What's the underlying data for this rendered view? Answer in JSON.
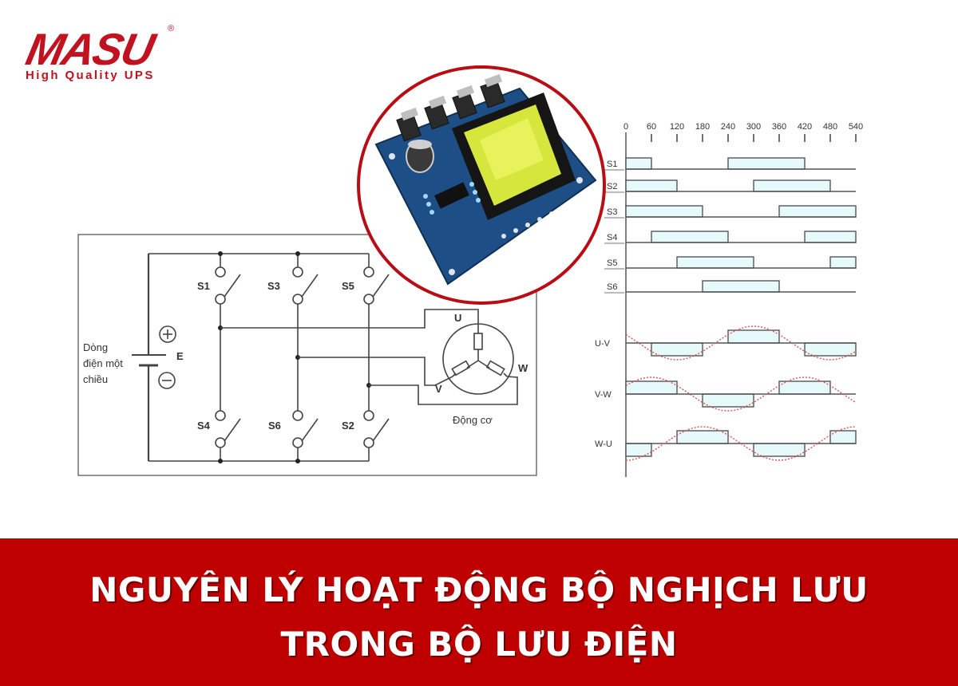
{
  "logo": {
    "brand": "MASU",
    "registered": "®",
    "tagline": "High Quality UPS",
    "color": "#c1121f"
  },
  "circuit": {
    "source_label_lines": [
      "Dòng",
      "điện một",
      "chiều"
    ],
    "source_symbol": "E",
    "plus_symbol": "+",
    "minus_symbol": "−",
    "switches_top": [
      "S1",
      "S3",
      "S5"
    ],
    "switches_bottom": [
      "S4",
      "S6",
      "S2"
    ],
    "motor_phases": [
      "U",
      "V",
      "W"
    ],
    "motor_label": "Động cơ"
  },
  "photo": {
    "subject": "inverter-pcb-board",
    "border_color": "#b80d14"
  },
  "chart_data": {
    "type": "timing",
    "title": "",
    "xlabel": "",
    "x_ticks": [
      0,
      60,
      120,
      180,
      240,
      300,
      360,
      420,
      480,
      540
    ],
    "x_range": [
      0,
      540
    ],
    "switch_series": [
      {
        "name": "S1",
        "on_intervals": [
          [
            0,
            60
          ],
          [
            240,
            420
          ]
        ]
      },
      {
        "name": "S2",
        "on_intervals": [
          [
            0,
            120
          ],
          [
            300,
            480
          ]
        ]
      },
      {
        "name": "S3",
        "on_intervals": [
          [
            0,
            180
          ],
          [
            360,
            540
          ]
        ]
      },
      {
        "name": "S4",
        "on_intervals": [
          [
            60,
            240
          ],
          [
            420,
            540
          ]
        ]
      },
      {
        "name": "S5",
        "on_intervals": [
          [
            120,
            300
          ],
          [
            480,
            540
          ]
        ]
      },
      {
        "name": "S6",
        "on_intervals": [
          [
            180,
            360
          ]
        ]
      }
    ],
    "line_voltage_series": [
      {
        "name": "U-V",
        "levels": [
          [
            0,
            60,
            0
          ],
          [
            60,
            180,
            -1
          ],
          [
            180,
            240,
            0
          ],
          [
            240,
            360,
            1
          ],
          [
            360,
            420,
            0
          ],
          [
            420,
            540,
            -1
          ]
        ],
        "sine_phase_deg": 150
      },
      {
        "name": "V-W",
        "levels": [
          [
            0,
            120,
            1
          ],
          [
            120,
            180,
            0
          ],
          [
            180,
            300,
            -1
          ],
          [
            300,
            360,
            0
          ],
          [
            360,
            480,
            1
          ],
          [
            480,
            540,
            0
          ]
        ],
        "sine_phase_deg": 30
      },
      {
        "name": "W-U",
        "levels": [
          [
            0,
            60,
            -1
          ],
          [
            60,
            120,
            0
          ],
          [
            120,
            240,
            1
          ],
          [
            240,
            300,
            0
          ],
          [
            300,
            420,
            -1
          ],
          [
            420,
            480,
            0
          ],
          [
            480,
            540,
            1
          ]
        ],
        "sine_phase_deg": -90
      }
    ],
    "pulse_fill_color": "#e6f9fb",
    "sine_color": "#e05050",
    "line_color": "#555555"
  },
  "banner": {
    "line1": "NGUYÊN LÝ HOẠT ĐỘNG BỘ NGHỊCH LƯU",
    "line2": "TRONG BỘ LƯU ĐIỆN",
    "background": "#bf0000"
  }
}
